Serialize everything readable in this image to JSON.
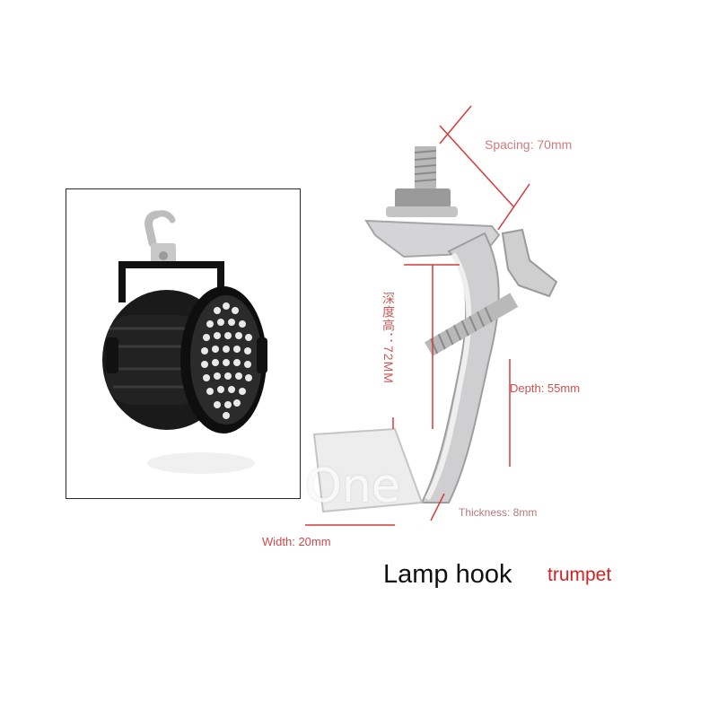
{
  "labels": {
    "spacing": "Spacing: 70mm",
    "height": "深度高：72MM",
    "depth": "Depth: 55mm",
    "thickness": "Thickness: 8mm",
    "width": "Width: 20mm",
    "watermark": "One"
  },
  "title": "Lamp hook",
  "subtitle": "trumpet",
  "colors": {
    "dimension_line": "#d63a3a",
    "title": "#111111",
    "subtitle": "#d42222",
    "metal": "#c9c9cb",
    "fixture": "#151515"
  }
}
